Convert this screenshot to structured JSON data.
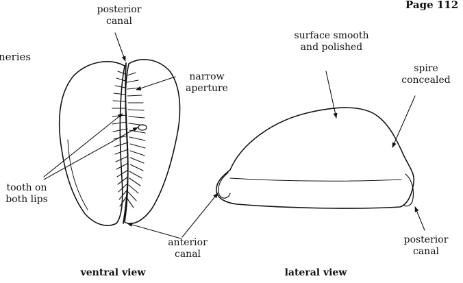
{
  "page": {
    "number": "Page 112",
    "fragment_text": "neries"
  },
  "ventral_view": {
    "title": "ventral view",
    "labels": {
      "posterior_canal": "posterior\ncanal",
      "narrow_aperture": "narrow\naperture",
      "tooth_on_both_lips": "tooth on\nboth lips",
      "anterior_canal": "anterior\ncanal"
    }
  },
  "lateral_view": {
    "title": "lateral view",
    "labels": {
      "surface": "surface smooth\nand polished",
      "spire": "spire\nconcealed",
      "posterior_canal": "posterior\ncanal"
    }
  },
  "colors": {
    "ink": "#111111",
    "background": "#ffffff"
  }
}
